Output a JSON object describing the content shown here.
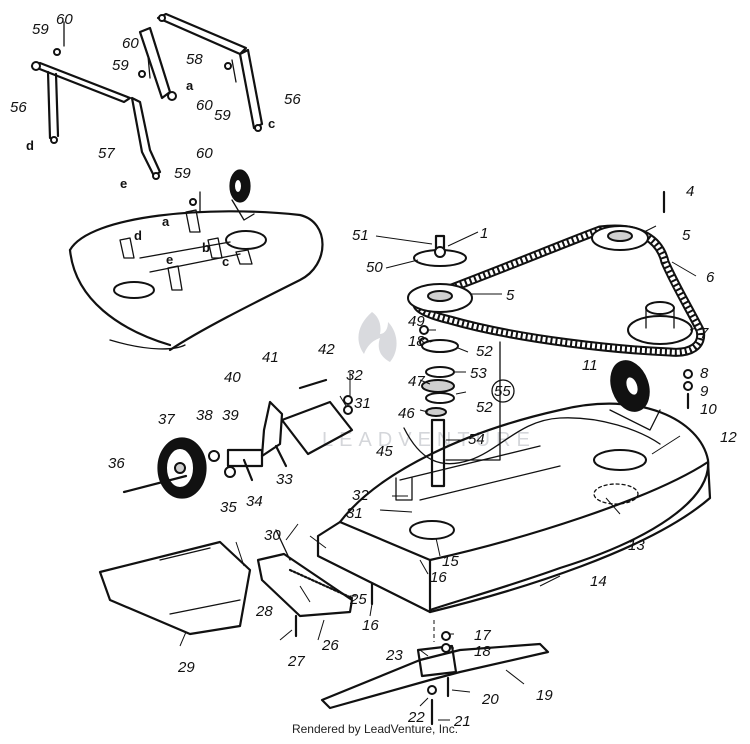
{
  "watermark": {
    "text": "LEADVENTURE"
  },
  "credit": "Rendered by LeadVenture, Inc.",
  "callouts": [
    {
      "id": "c60a",
      "label": "60"
    },
    {
      "id": "c59a",
      "label": "59"
    },
    {
      "id": "c56a",
      "label": "56"
    },
    {
      "id": "c59b",
      "label": "59"
    },
    {
      "id": "c60b",
      "label": "60"
    },
    {
      "id": "c58",
      "label": "58"
    },
    {
      "id": "c60c",
      "label": "60"
    },
    {
      "id": "c59c",
      "label": "59"
    },
    {
      "id": "c56b",
      "label": "56"
    },
    {
      "id": "c57",
      "label": "57"
    },
    {
      "id": "c59d",
      "label": "59"
    },
    {
      "id": "c60d",
      "label": "60"
    },
    {
      "id": "c4",
      "label": "4"
    },
    {
      "id": "c51",
      "label": "51"
    },
    {
      "id": "c1",
      "label": "1"
    },
    {
      "id": "c5a",
      "label": "5"
    },
    {
      "id": "c50",
      "label": "50"
    },
    {
      "id": "c6",
      "label": "6"
    },
    {
      "id": "c5b",
      "label": "5"
    },
    {
      "id": "c7",
      "label": "7"
    },
    {
      "id": "c49",
      "label": "49"
    },
    {
      "id": "c18a",
      "label": "18"
    },
    {
      "id": "c52a",
      "label": "52"
    },
    {
      "id": "c53",
      "label": "53"
    },
    {
      "id": "c47",
      "label": "47"
    },
    {
      "id": "c52b",
      "label": "52"
    },
    {
      "id": "c55",
      "label": "55"
    },
    {
      "id": "c46",
      "label": "46"
    },
    {
      "id": "c54",
      "label": "54"
    },
    {
      "id": "c11",
      "label": "11"
    },
    {
      "id": "c8",
      "label": "8"
    },
    {
      "id": "c9",
      "label": "9"
    },
    {
      "id": "c10",
      "label": "10"
    },
    {
      "id": "c42",
      "label": "42"
    },
    {
      "id": "c41",
      "label": "41"
    },
    {
      "id": "c40",
      "label": "40"
    },
    {
      "id": "c32a",
      "label": "32"
    },
    {
      "id": "c31a",
      "label": "31"
    },
    {
      "id": "c37",
      "label": "37"
    },
    {
      "id": "c38",
      "label": "38"
    },
    {
      "id": "c39",
      "label": "39"
    },
    {
      "id": "c36",
      "label": "36"
    },
    {
      "id": "c35",
      "label": "35"
    },
    {
      "id": "c34",
      "label": "34"
    },
    {
      "id": "c33",
      "label": "33"
    },
    {
      "id": "c45",
      "label": "45"
    },
    {
      "id": "c12",
      "label": "12"
    },
    {
      "id": "c32b",
      "label": "32"
    },
    {
      "id": "c31b",
      "label": "31"
    },
    {
      "id": "c13",
      "label": "13"
    },
    {
      "id": "c30",
      "label": "30"
    },
    {
      "id": "c15",
      "label": "15"
    },
    {
      "id": "c16a",
      "label": "16"
    },
    {
      "id": "c14",
      "label": "14"
    },
    {
      "id": "c25",
      "label": "25"
    },
    {
      "id": "c28",
      "label": "28"
    },
    {
      "id": "c16b",
      "label": "16"
    },
    {
      "id": "c26",
      "label": "26"
    },
    {
      "id": "c27",
      "label": "27"
    },
    {
      "id": "c29",
      "label": "29"
    },
    {
      "id": "c17",
      "label": "17"
    },
    {
      "id": "c18b",
      "label": "18"
    },
    {
      "id": "c23",
      "label": "23"
    },
    {
      "id": "c19",
      "label": "19"
    },
    {
      "id": "c20",
      "label": "20"
    },
    {
      "id": "c22",
      "label": "22"
    },
    {
      "id": "c21",
      "label": "21"
    }
  ],
  "letters": [
    {
      "id": "la1",
      "label": "a"
    },
    {
      "id": "lc1",
      "label": "c"
    },
    {
      "id": "ld1",
      "label": "d"
    },
    {
      "id": "le1",
      "label": "e"
    },
    {
      "id": "la2",
      "label": "a"
    },
    {
      "id": "ld2",
      "label": "d"
    },
    {
      "id": "lb2",
      "label": "b"
    },
    {
      "id": "le2",
      "label": "e"
    },
    {
      "id": "lc2",
      "label": "c"
    }
  ]
}
